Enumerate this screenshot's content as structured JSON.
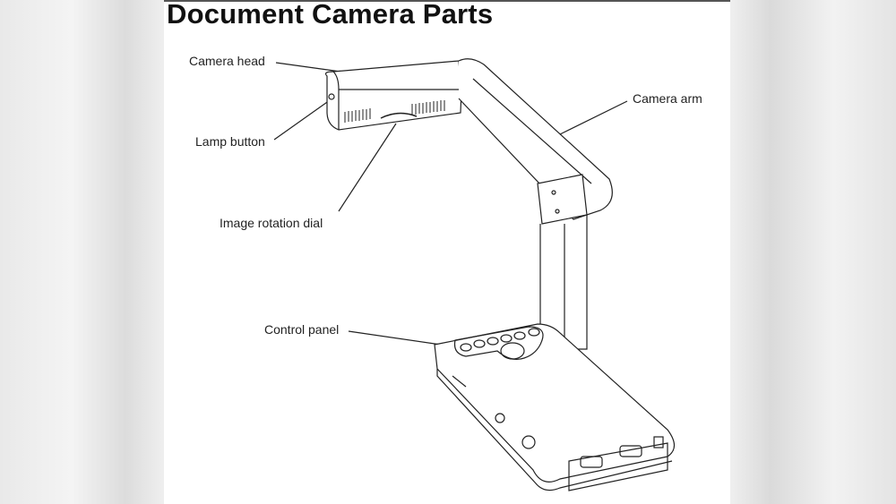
{
  "title": "Document Camera Parts",
  "labels": {
    "camera_head": "Camera head",
    "camera_arm": "Camera arm",
    "lamp_button": "Lamp button",
    "image_rotation_dial": "Image rotation dial",
    "control_panel": "Control panel"
  }
}
